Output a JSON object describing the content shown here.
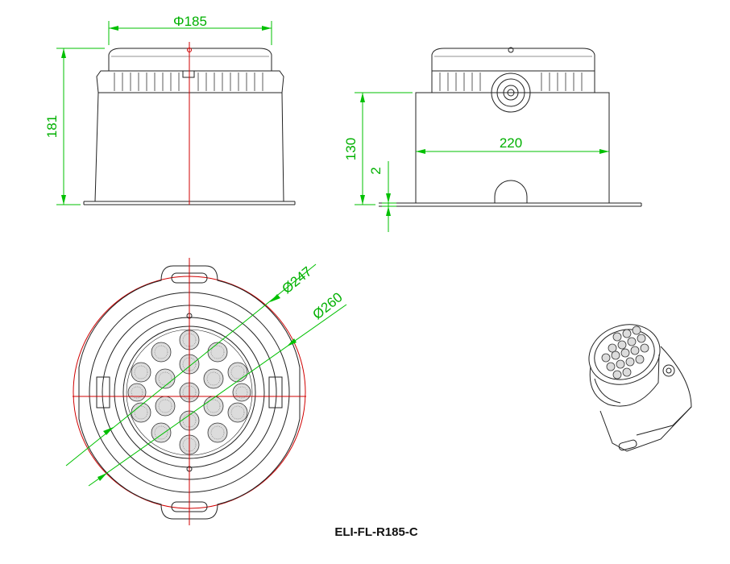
{
  "colors": {
    "outline": "#222222",
    "dimension": "#00c000",
    "centerline": "#d00000"
  },
  "dimensions": {
    "top_diameter": "Φ185",
    "overall_height": "181",
    "box_height": "130",
    "flange_thickness": "2",
    "box_width": "220",
    "inner_diameter": "Ø247",
    "outer_diameter": "Ø260"
  },
  "model_label": "ELI-FL-R185-C"
}
